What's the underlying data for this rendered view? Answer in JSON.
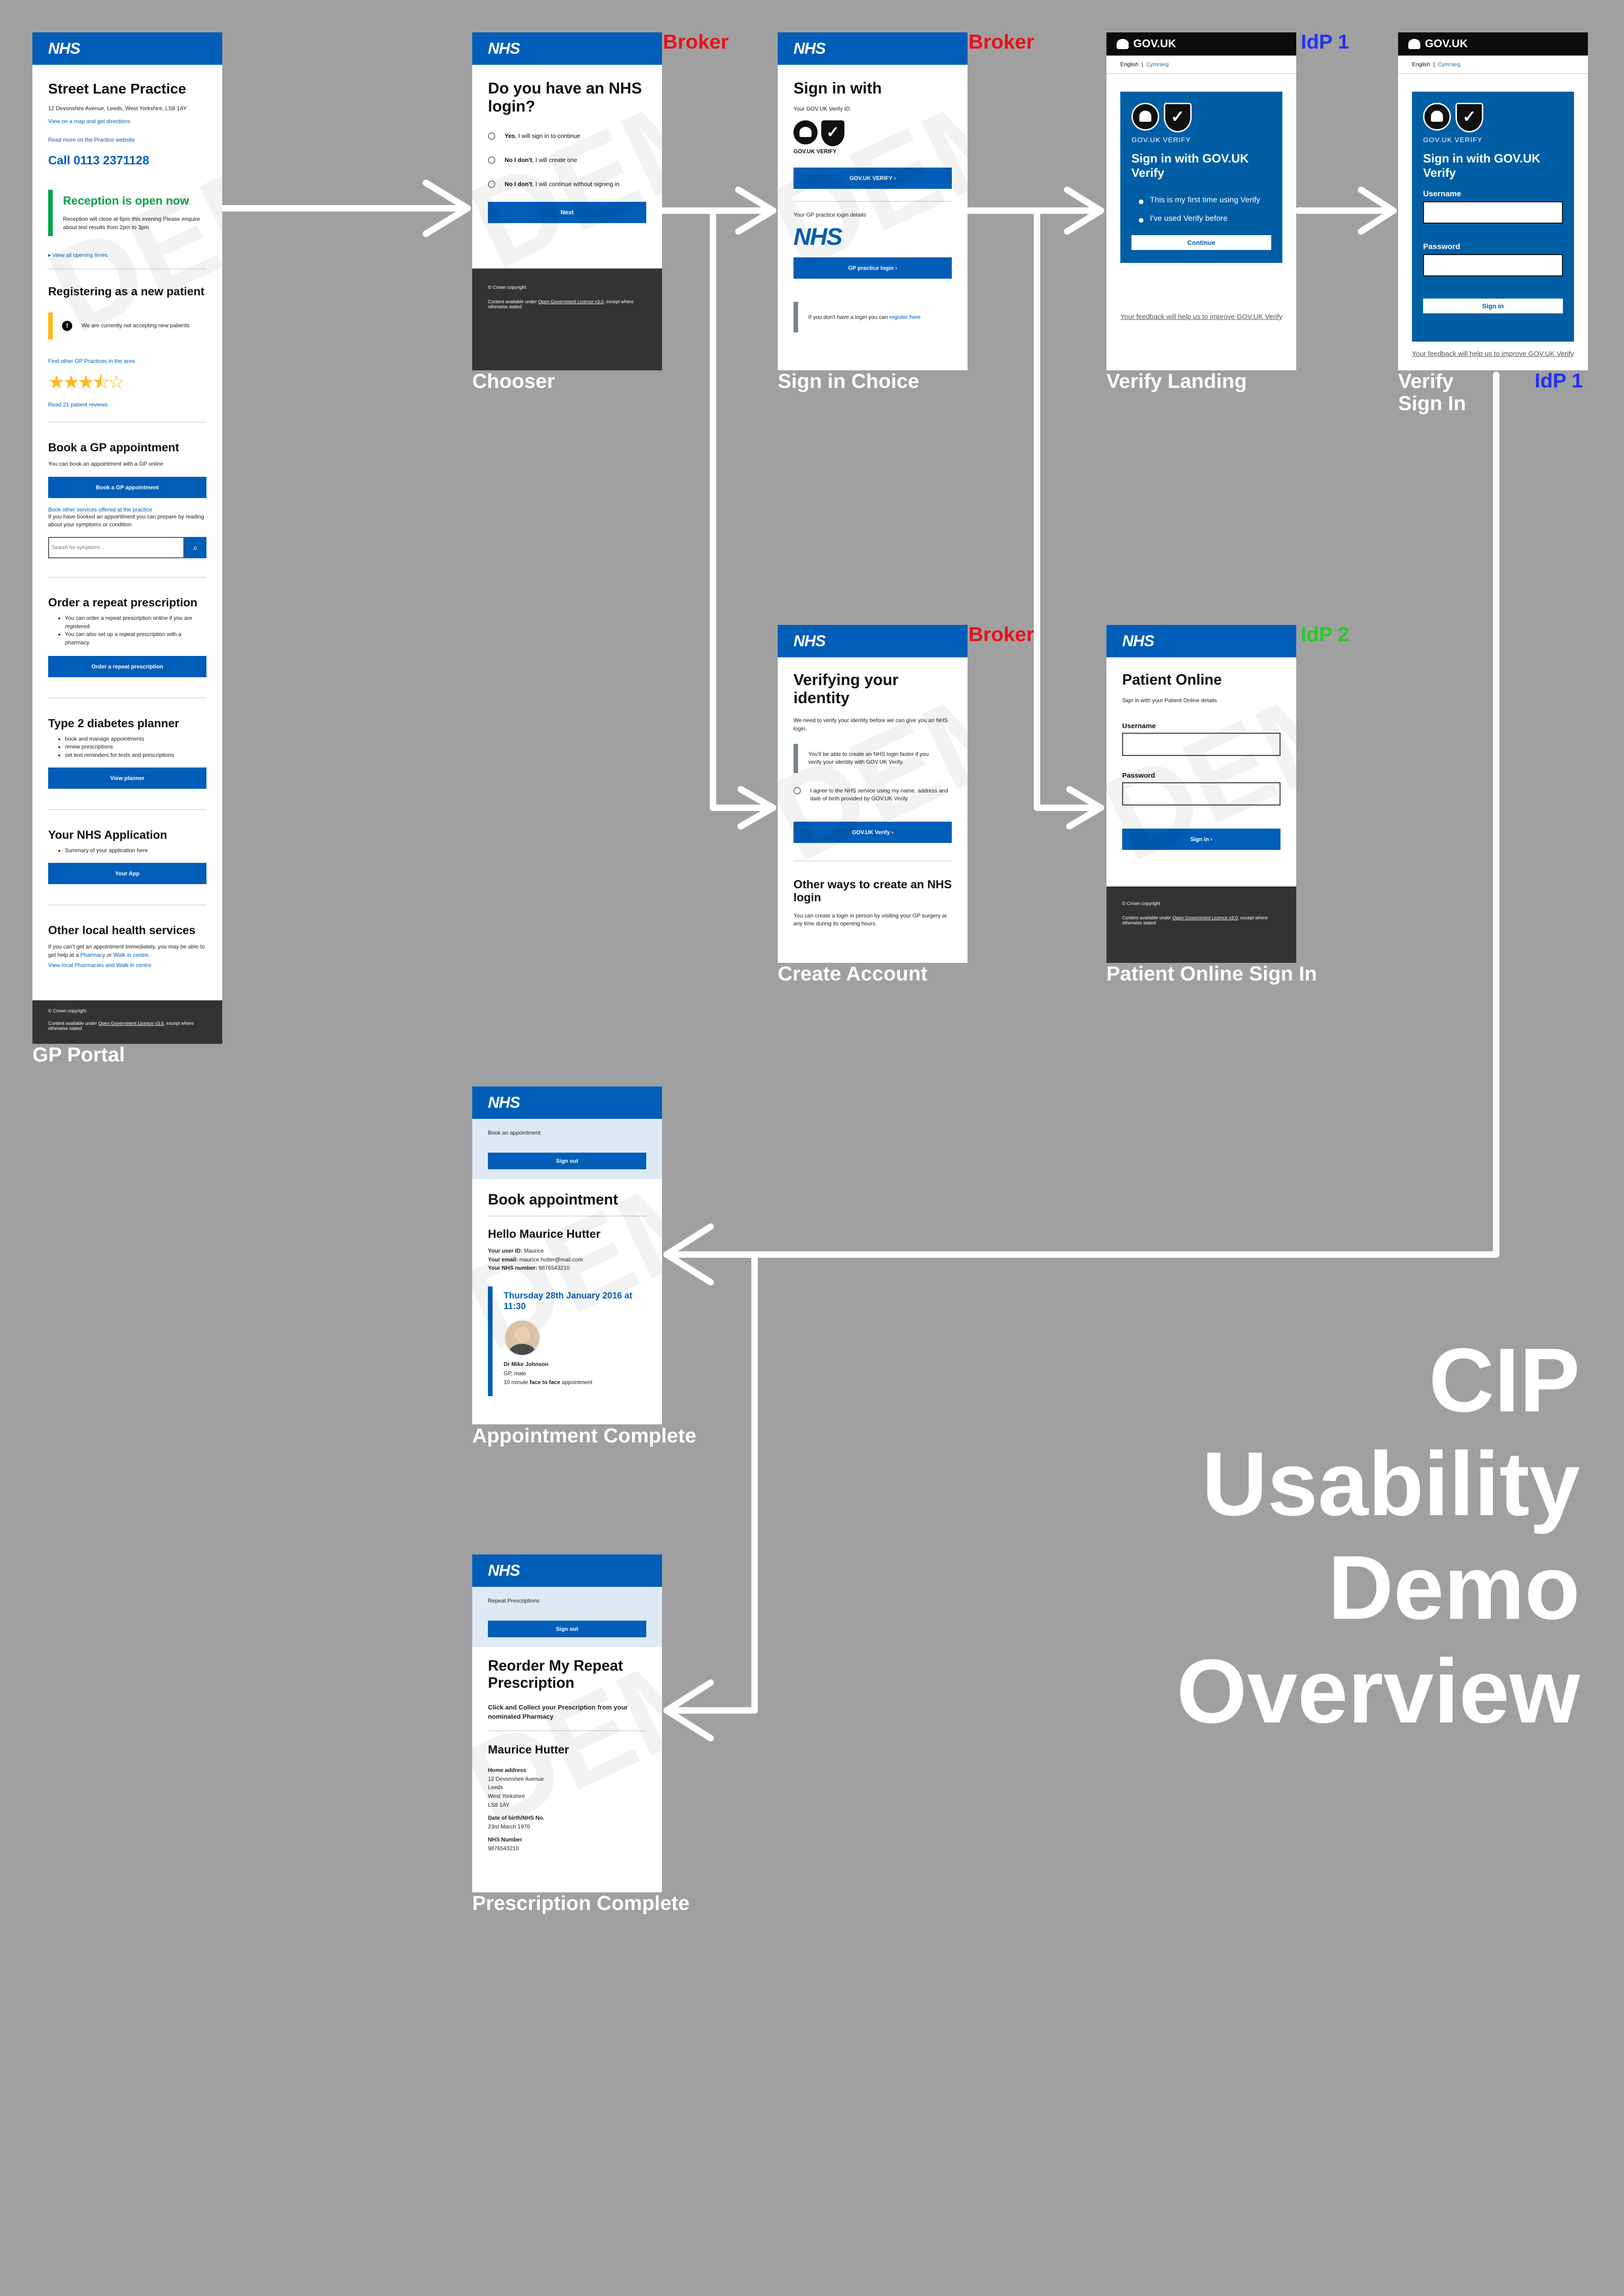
{
  "overview_title": [
    "CIP",
    "Usability",
    "Demo",
    "Overview"
  ],
  "role_labels": {
    "broker": "Broker",
    "idp1": "IdP 1",
    "idp2": "IdP 2"
  },
  "colors": {
    "background": "#a0a0a0",
    "nhs_blue": "#005eb8",
    "broker": "#e8101a",
    "idp1": "#2233ee",
    "idp2": "#22cc22",
    "gov_black": "#0b0c0c",
    "verify_blue": "#005ea5"
  },
  "brand": {
    "nhs": "NHS",
    "govuk": "GOV.UK"
  },
  "captions": {
    "gp_portal": "GP Portal",
    "chooser": "Chooser",
    "sign_in_choice": "Sign in Choice",
    "verify_landing": "Verify Landing",
    "verify_sign_in_1": "Verify",
    "verify_sign_in_2": "Sign In",
    "create_account": "Create Account",
    "patient_online_sign_in": "Patient Online Sign In",
    "appointment_complete": "Appointment Complete",
    "prescription_complete": "Prescription Complete"
  },
  "gp_portal": {
    "practice_name": "Street Lane Practice",
    "address": "12 Devonshire Avenue, Leeds, West Yorkshire, LS8 1AY",
    "map_link": "View on a map and get directions",
    "website_link": "Read more on the Practice website",
    "phone": "Call 0113 2371128",
    "reception_title": "Reception is open now",
    "reception_text": "Reception will close at 6pm this evening Please enquire about test results from 2pm to 3pm",
    "opening_times_link": "View all opening times",
    "new_patient_heading": "Registering as a new patient",
    "not_accepting": "We are currently not accepting new patients",
    "other_practices_link": "Find other GP Practices in the area",
    "rating": 3.5,
    "reviews_link": "Read 21 patient reviews",
    "book_heading": "Book a GP appointment",
    "book_text": "You can book an appointment with a GP online",
    "book_button": "Book a GP appointment",
    "other_services_link": "Book other services offered at the practice",
    "prepare_text": "If you have booked an appointment you can prepare by reading about your symptoms or condition",
    "search_placeholder": "Search for symptoms...",
    "repeat_heading": "Order a repeat prescription",
    "repeat_bullets": [
      "You can order a repeat prescription online if you are registered",
      "You can also set up a repeat prescription with a pharmacy"
    ],
    "repeat_button": "Order a repeat prescription",
    "diabetes_heading": "Type 2 diabetes planner",
    "diabetes_bullets": [
      "book and manage appointments",
      "renew prescriptions",
      "set text reminders for tests and prescriptions"
    ],
    "diabetes_button": "View planner",
    "app_heading": "Your NHS Application",
    "app_bullets": [
      "Summary of your application here"
    ],
    "app_button": "Your App",
    "local_heading": "Other local health services",
    "local_text_1": "If you can't get an appointment immediately, you may be able to get help at a ",
    "local_link_pharmacy": "Pharmacy",
    "local_text_2": " or ",
    "local_link_walkin": "Walk in centre",
    "local_text_3": ".",
    "local_link_all": "View local Pharmacies and Walk in centre",
    "footer_copyright": "© Crown copyright",
    "footer_text_1": "Content available under ",
    "footer_license_link": "Open Government Licence v3.0",
    "footer_text_2": ", except where otherwise stated"
  },
  "chooser": {
    "title": "Do you have an NHS login?",
    "options": [
      {
        "bold": "Yes",
        "text": ", I will sign in to continue"
      },
      {
        "bold": "No I don't",
        "text": ", I will create one"
      },
      {
        "bold": "No I don't",
        "text": ", I will continue without signing in"
      }
    ],
    "button": "Next",
    "footer_copyright": "© Crown copyright",
    "footer_text_1": "Content available under ",
    "footer_license_link": "Open Government Licence v3.0",
    "footer_text_2": ", except where otherwise stated"
  },
  "sign_in_choice": {
    "title": "Sign in with",
    "verify_id_label": "Your GOV.UK Verify ID",
    "verify_logo_text": "GOV.UK VERIFY",
    "verify_button": "GOV.UK VERIFY",
    "gp_login_label": "Your GP practice login details",
    "gp_button": "GP practice login",
    "no_login_text": "If you don't have a login you can ",
    "register_link": "register here"
  },
  "verify_landing": {
    "lang_en": "English",
    "lang_cy": "Cymraeg",
    "brand_text": "GOV.UK VERIFY",
    "title": "Sign in with GOV.UK Verify",
    "options": [
      "This is my first time using Verify",
      "I've used Verify before"
    ],
    "button": "Continue",
    "feedback": "Your feedback will help us to improve GOV.UK Verify"
  },
  "verify_sign_in": {
    "lang_en": "English",
    "lang_cy": "Cymraeg",
    "brand_text": "GOV.UK VERIFY",
    "title": "Sign in with GOV.UK Verify",
    "username_label": "Username",
    "password_label": "Password",
    "button": "Sign in",
    "feedback": "Your feedback will help us to improve GOV.UK Verify"
  },
  "create_account": {
    "title": "Verifying your identity",
    "intro": "We need to verify your identity before we can give you an NHS login.",
    "inset": "You'll be able to create an NHS login faster if you verify your identity with GOV.UK Verify.",
    "consent": "I agree to the NHS service using my name, address and date of birth provided by GOV.UK Verify",
    "button": "GOV.UK Verify",
    "other_heading": "Other ways to create an NHS login",
    "other_text": "You can create a login in person by visiting your GP surgery at any time during its opening hours."
  },
  "patient_online": {
    "title": "Patient Online",
    "subtitle": "Sign in with your Patient Online details",
    "username_label": "Username",
    "password_label": "Password",
    "button": "Sign in",
    "footer_copyright": "© Crown copyright",
    "footer_text_1": "Content available under ",
    "footer_license_link": "Open Government Licence v3.0",
    "footer_text_2": ", except where otherwise stated"
  },
  "appointment": {
    "bar_text": "Book an appointment",
    "sign_out": "Sign out",
    "title": "Book appointment",
    "greeting": "Hello Maurice Hutter",
    "user_id_label": "Your user ID:",
    "user_id": "Maurice",
    "email_label": "Your email:",
    "email": "maurice.hutter@mail.com",
    "nhs_label": "Your NHS number:",
    "nhs_number": "9876543210",
    "datetime": "Thursday 28th January 2016 at 11:30",
    "doctor": "Dr Mike Johnson",
    "doctor_role": "GP, male",
    "duration_1": "10 minute ",
    "duration_bold": "face to face",
    "duration_2": " appointment"
  },
  "prescription": {
    "bar_text": "Repeat Prescriptions",
    "sign_out": "Sign out",
    "title": "Reorder My Repeat Prescription",
    "subtitle": "Click and Collect your Prescription from your nominated Pharmacy",
    "name": "Maurice Hutter",
    "home_label": "Home address",
    "address": [
      "12 Devonshire Avenue",
      "Leeds",
      "West Yorkshire",
      "LS8 1AY"
    ],
    "dob_label": "Date of birth/NHS No.",
    "dob": "23rd March 1970",
    "nhs_label": "NHS Number",
    "nhs_number": "9876543210"
  }
}
